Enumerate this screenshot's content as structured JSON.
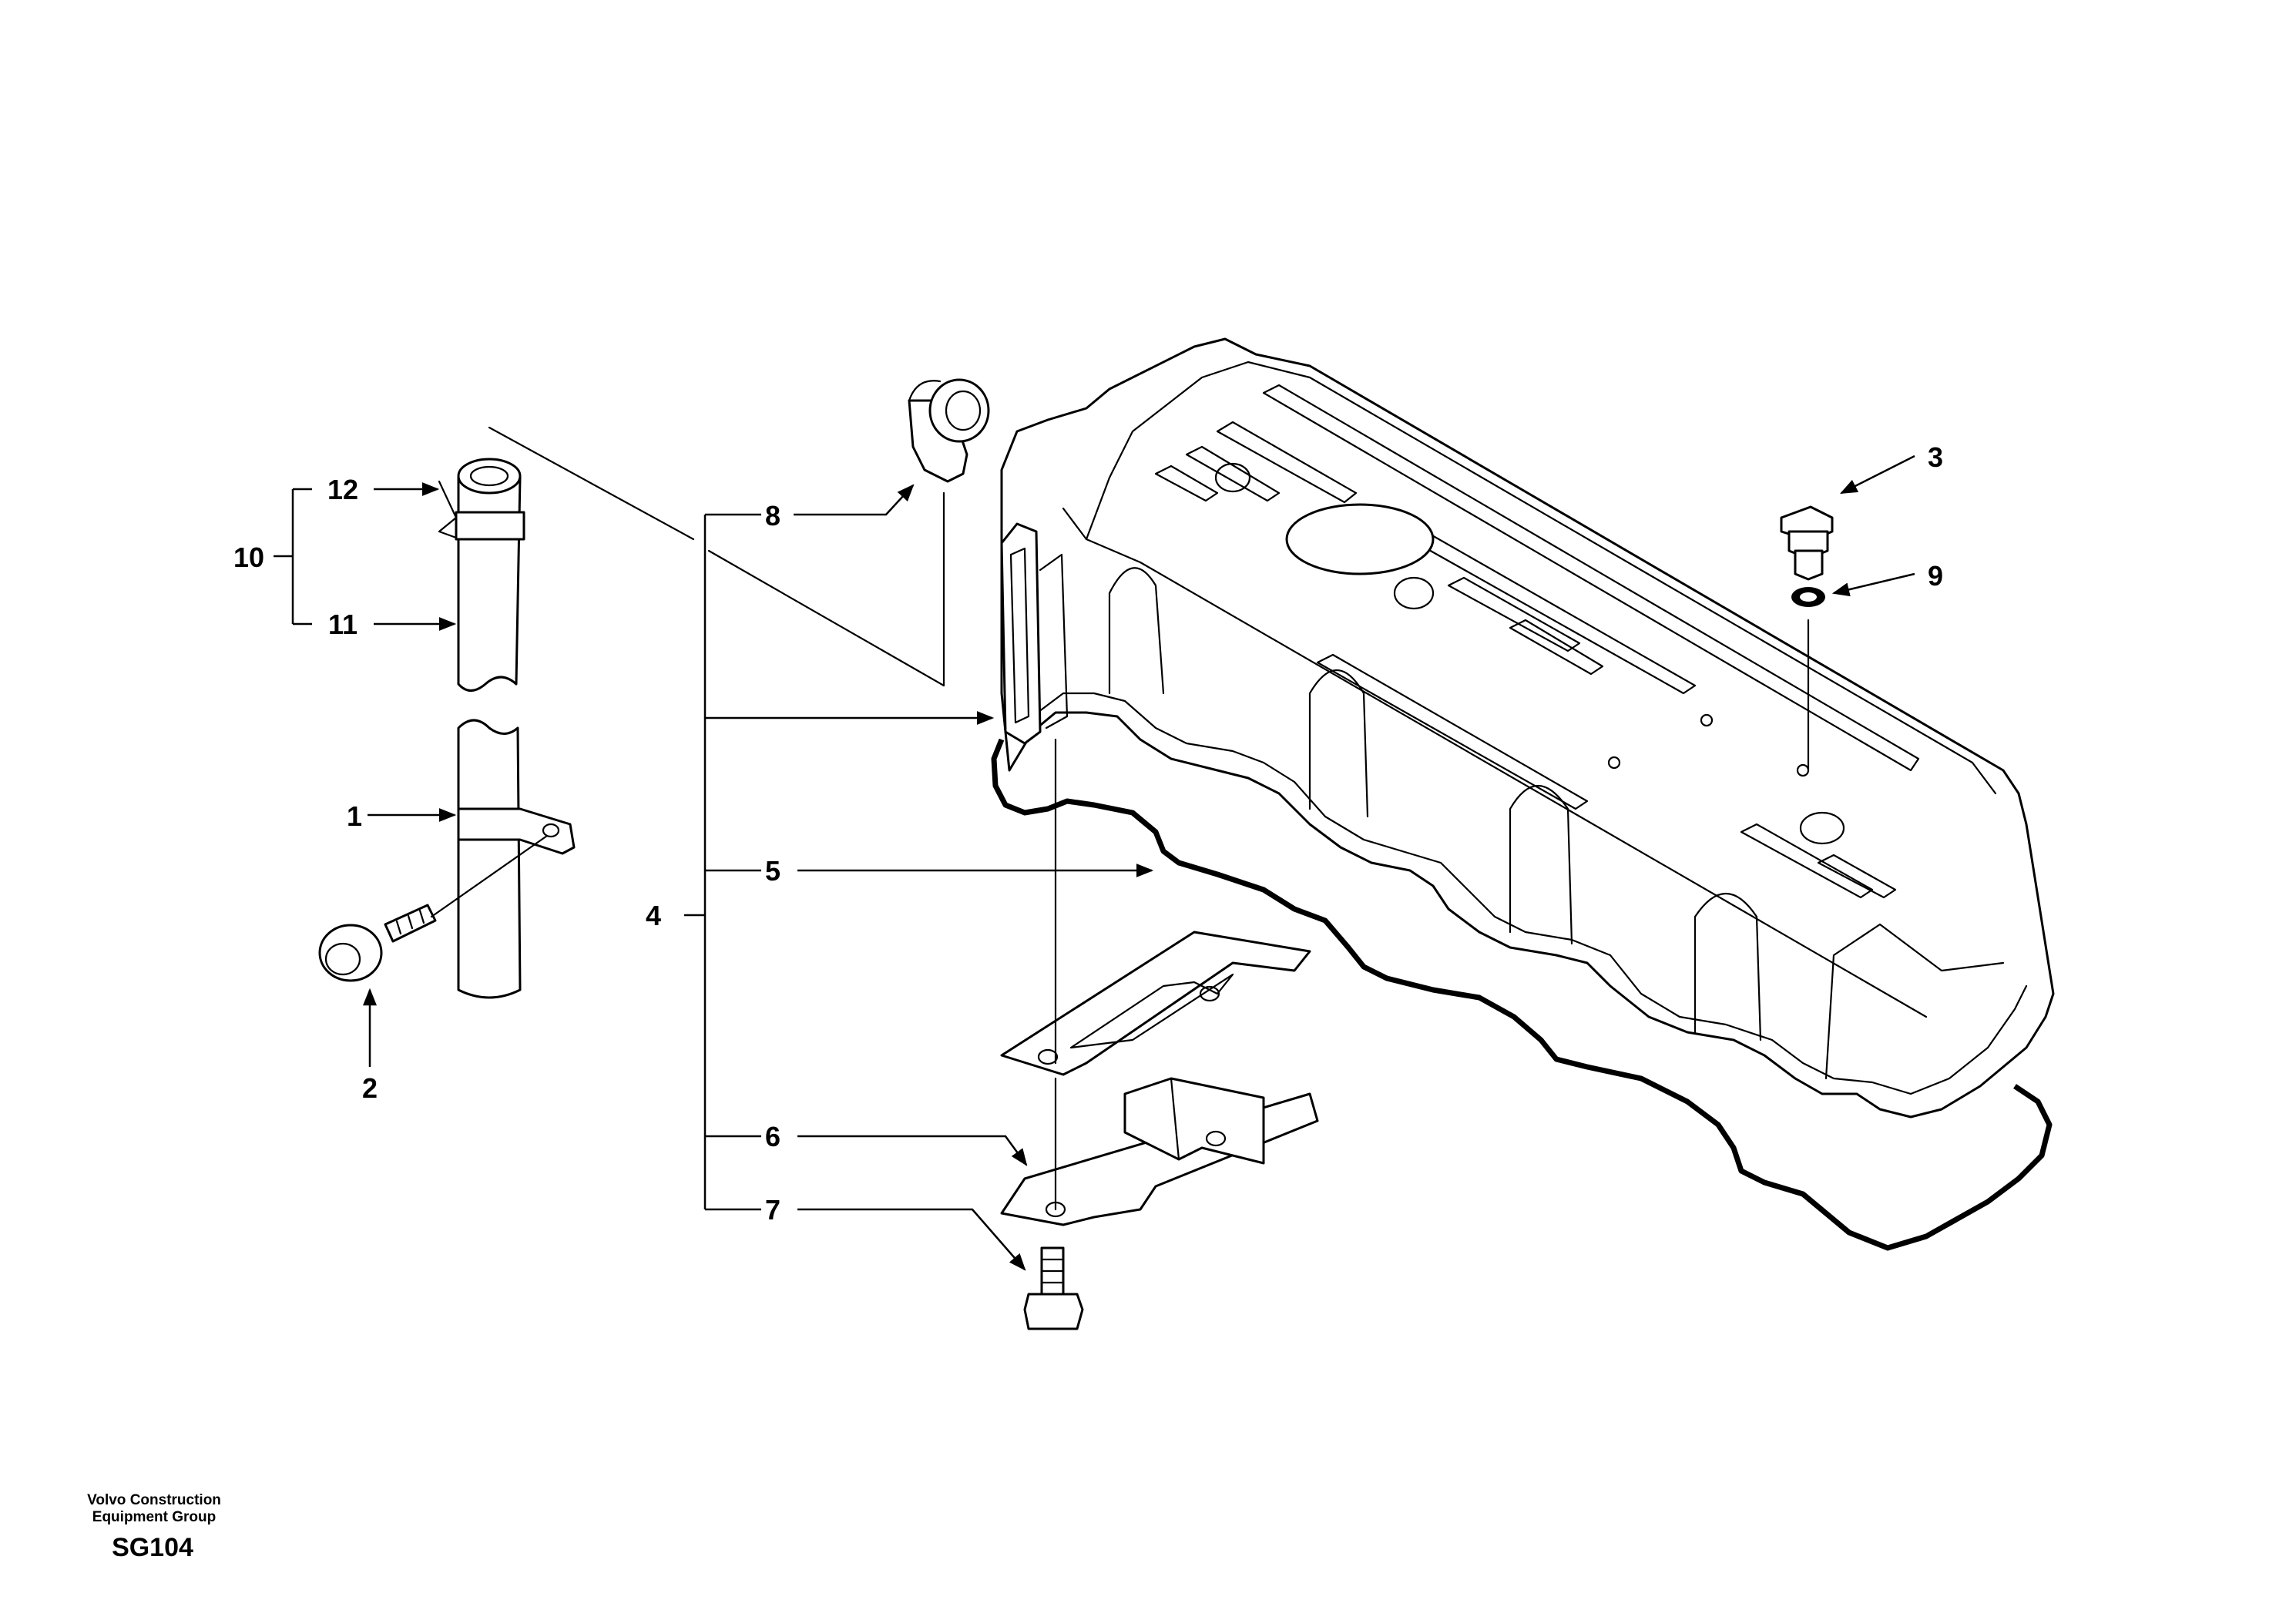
{
  "callouts": {
    "c1": "1",
    "c2": "2",
    "c3": "3",
    "c4": "4",
    "c5": "5",
    "c6": "6",
    "c7": "7",
    "c8": "8",
    "c9": "9",
    "c10": "10",
    "c11": "11",
    "c12": "12"
  },
  "footer": {
    "company_line1": "Volvo Construction",
    "company_line2": "Equipment Group",
    "code": "SG104"
  }
}
